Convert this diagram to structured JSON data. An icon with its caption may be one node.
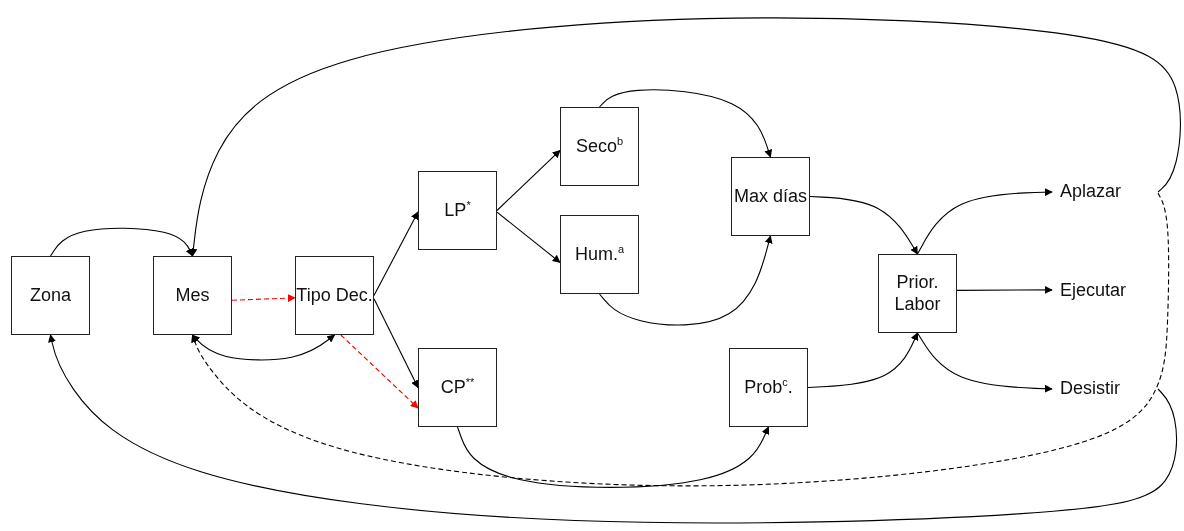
{
  "diagram": {
    "nodes": [
      {
        "text": [
          "Zona"
        ]
      },
      {
        "text": [
          "Mes"
        ]
      },
      {
        "text": [
          "Tipo Dec."
        ]
      },
      {
        "text": [
          "LP$^{*}$"
        ]
      },
      {
        "text": [
          "Seco$^{b}$"
        ]
      },
      {
        "text": [
          "Hum.$^{a}$"
        ]
      },
      {
        "text": [
          "Max días"
        ]
      },
      {
        "text": [
          "CP$^{**}$"
        ]
      },
      {
        "text": [
          "Prob$^{c}$."
        ]
      },
      {
        "text": [
          "Prior. Labor"
        ]
      },
      {
        "text": [
          "Aplazar"
        ]
      },
      {
        "text": [
          "Ejecutar"
        ]
      },
      {
        "text": [
          "Desistir"
        ]
      }
    ],
    "edges": [
      {
        "from": 0,
        "to": 1,
        "arrow": "to"
      },
      {
        "from": 1,
        "to": 2,
        "arrow": "to",
        "style": "dashed",
        "color": "#ff0000"
      },
      {
        "from": 1,
        "to": 2,
        "arrow": "both"
      },
      {
        "from": 2,
        "to": 3,
        "arrow": "to"
      },
      {
        "from": 2,
        "to": 7,
        "arrow": "to"
      },
      {
        "from": 2,
        "to": 7,
        "arrow": "to",
        "style": "dashed",
        "color": "#ff0000"
      },
      {
        "from": 3,
        "to": 4,
        "arrow": "to"
      },
      {
        "from": 3,
        "to": 5,
        "arrow": "to"
      },
      {
        "from": 4,
        "to": 6,
        "arrow": "to"
      },
      {
        "from": 5,
        "to": 6,
        "arrow": "to"
      },
      {
        "from": 7,
        "to": 8,
        "arrow": "to"
      },
      {
        "from": 6,
        "to": 9,
        "arrow": "to"
      },
      {
        "from": 8,
        "to": 9,
        "arrow": "to"
      },
      {
        "from": 9,
        "to": 10,
        "arrow": "to"
      },
      {
        "from": 9,
        "to": 11,
        "arrow": "to"
      },
      {
        "from": 9,
        "to": 12,
        "arrow": "to"
      },
      {
        "from": 10,
        "to": 1,
        "arrow": "to"
      },
      {
        "from": 10,
        "to": 1,
        "arrow": "to",
        "style": "dashed"
      },
      {
        "from": 12,
        "to": 0,
        "arrow": "to"
      }
    ]
  }
}
